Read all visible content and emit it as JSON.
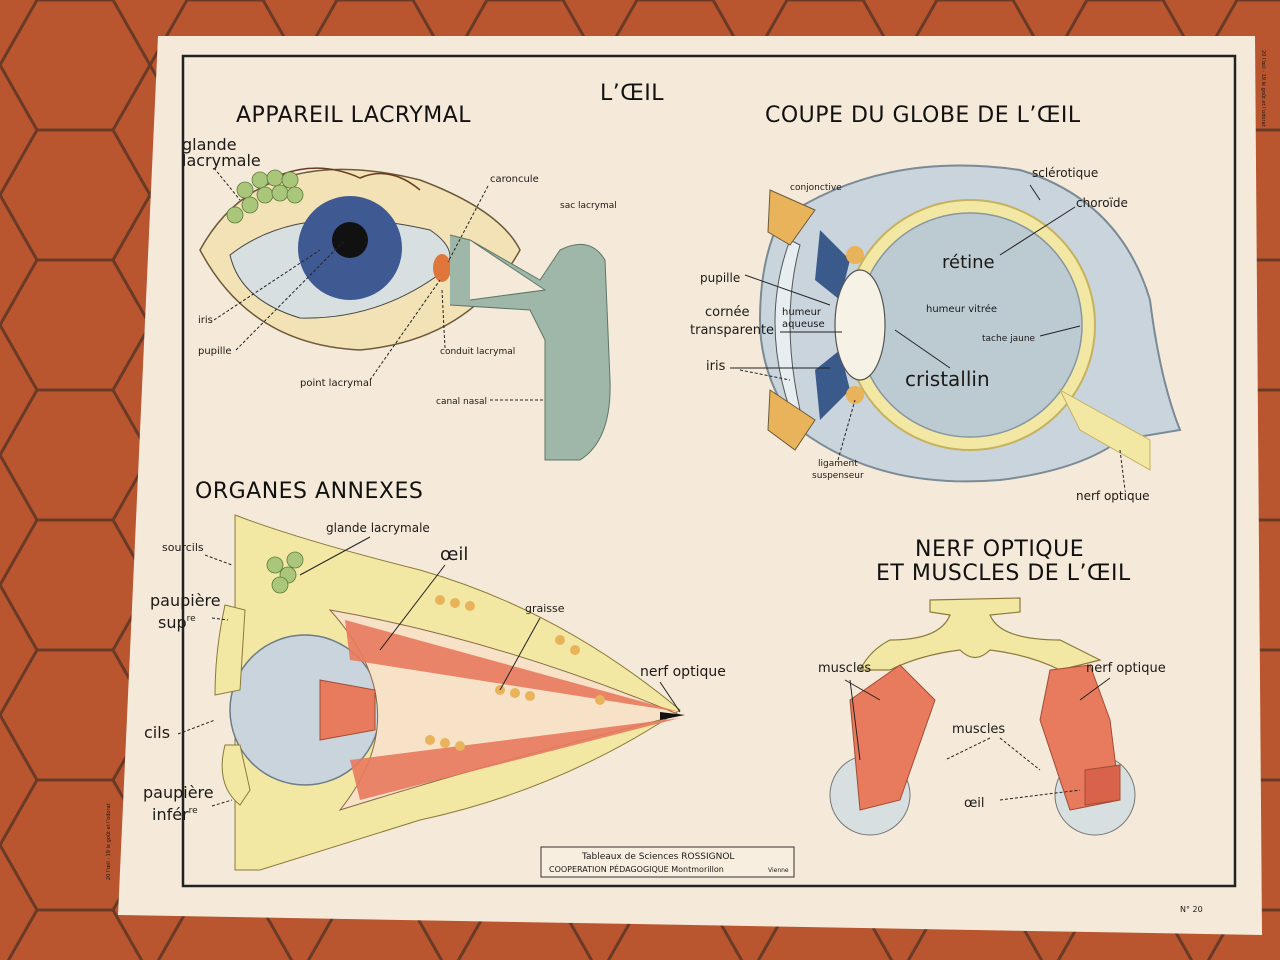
{
  "poster": {
    "main_title": "L’ŒIL",
    "number": "N° 20",
    "margin_left": "20 l’œil · 19 le goût et l’odorat",
    "margin_right": "20 l’œil · 19 le goût et l’odorat"
  },
  "lacrymal": {
    "title": "APPAREIL LACRYMAL",
    "glande_1": "glande",
    "glande_2": "lacrymale",
    "caroncule": "caroncule",
    "sac": "sac lacrymal",
    "iris": "iris",
    "pupille": "pupille",
    "conduit": "conduit lacrymal",
    "point": "point lacrymal",
    "canal": "canal nasal"
  },
  "globe": {
    "title": "COUPE DU GLOBE DE L’ŒIL",
    "conjonctive": "conjonctive",
    "sclerotique": "sclérotique",
    "choroide": "choroïde",
    "retine": "rétine",
    "pupille": "pupille",
    "humeur_aq_1": "humeur",
    "humeur_aq_2": "aqueuse",
    "humeur_vitree": "humeur vitrée",
    "cornee_1": "cornée",
    "cornee_2": "transparente",
    "tache": "tache jaune",
    "iris": "iris",
    "cristallin": "cristallin",
    "ligament_1": "ligament",
    "ligament_2": "suspenseur",
    "nerf": "nerf optique"
  },
  "annexes": {
    "title": "ORGANES ANNEXES",
    "sourcils": "sourcils",
    "glande": "glande lacrymale",
    "oeil": "œil",
    "paupiere_sup_1": "paupière",
    "paupiere_sup_2": "sup",
    "paupiere_sup_sup": "re",
    "graisse": "graisse",
    "nerf": "nerf optique",
    "cils": "cils",
    "paupiere_inf_1": "paupière",
    "paupiere_inf_2": "infér",
    "paupiere_inf_sup": "re"
  },
  "muscles": {
    "title_1": "NERF OPTIQUE",
    "title_2": "ET MUSCLES DE L’ŒIL",
    "muscles_left": "muscles",
    "muscles_center": "muscles",
    "nerf": "nerf optique",
    "oeil": "œil"
  },
  "credit": {
    "line_1": "Tableaux de Sciences ROSSIGNOL",
    "line_2": "COOPERATION PÉDAGOGIQUE  Montmorillon",
    "line_2_small": "Vienne"
  },
  "colors": {
    "floor": "#b8532f",
    "poster": "#f5ead9",
    "eye_blue": "#bccad2",
    "muscle": "#e87a5e",
    "fat": "#e8b35a",
    "yellow": "#f3e7a4",
    "gland": "#a9c67a",
    "duct": "#9eb7a8"
  }
}
